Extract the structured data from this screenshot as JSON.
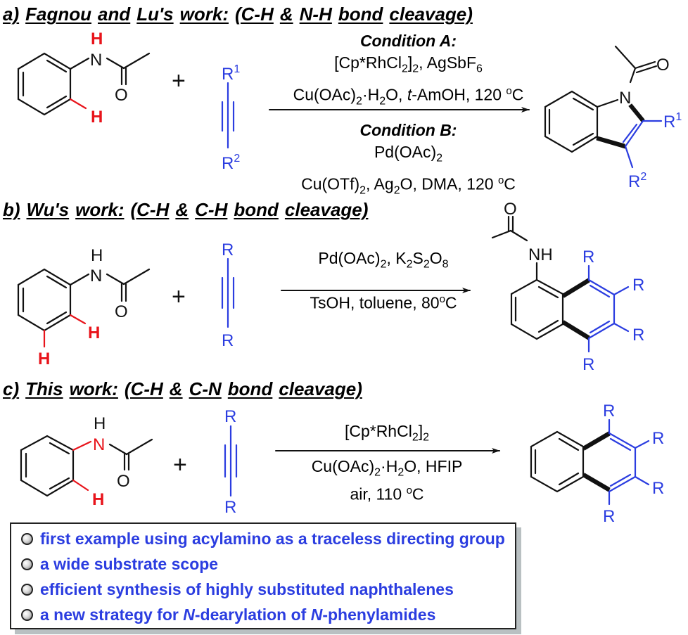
{
  "colors": {
    "bond_black": "#111111",
    "highlight_red": "#e8141b",
    "alkyne_blue": "#2b3de0",
    "summary_text": "#2b3de0",
    "shadow": "#b9c0c2"
  },
  "section_a": {
    "heading_words": [
      "a)",
      "Fagnou",
      "and",
      "Lu's",
      "work:",
      "(C-H",
      "&",
      "N-H",
      "bond",
      "cleavage)"
    ],
    "substrate": {
      "n_label": "N",
      "nh_label": "H",
      "ortho_h_label": "H",
      "o_label": "O"
    },
    "plus": "+",
    "alkyne": {
      "top": "R",
      "top_sup": "1",
      "bottom": "R",
      "bottom_sup": "2"
    },
    "condition_a_title": "Condition A:",
    "condition_a_line1": "[Cp*RhCl2]2, AgSbF6",
    "condition_a_line2": "Cu(OAc)2·H2O, t-AmOH, 120 °C",
    "condition_b_title": "Condition B:",
    "condition_b_line1": "Pd(OAc)2",
    "condition_b_line2": "Cu(OTf)2, Ag2O, DMA, 120 °C",
    "product": {
      "n_label": "N",
      "o_label": "O",
      "r1": "R",
      "r1_sup": "1",
      "r2": "R",
      "r2_sup": "2",
      "name": "N-acetylindole"
    }
  },
  "section_b": {
    "heading_words": [
      "b)",
      "Wu's",
      "work:",
      "(C-H",
      "&",
      "C-H",
      "bond",
      "cleavage)"
    ],
    "substrate": {
      "n_label": "N",
      "nh_label": "H",
      "h1_label": "H",
      "h2_label": "H",
      "o_label": "O"
    },
    "plus": "+",
    "alkyne": {
      "top": "R",
      "bottom": "R"
    },
    "conditions_above": "Pd(OAc)2, K2S2O8",
    "conditions_below": "TsOH, toluene, 80°C",
    "product": {
      "nh_label": "NH",
      "o_label": "O",
      "r_labels": [
        "R",
        "R",
        "R",
        "R"
      ],
      "name": "1-acetamido-5,6,7,8-tetrasubstituted naphthalene"
    }
  },
  "section_c": {
    "heading_words": [
      "c)",
      "This",
      "work:",
      "(C-H",
      "&",
      "C-N",
      "bond",
      "cleavage)"
    ],
    "substrate": {
      "n_label": "N",
      "nh_label": "H",
      "ortho_h_label": "H",
      "o_label": "O"
    },
    "plus": "+",
    "alkyne": {
      "top": "R",
      "bottom": "R"
    },
    "conditions_above": "[Cp*RhCl2]2",
    "conditions_below_1": "Cu(OAc)2·H2O, HFIP",
    "conditions_below_2": "air, 110 °C",
    "product": {
      "r_labels": [
        "R",
        "R",
        "R",
        "R"
      ],
      "name": "1,2,3,4-tetrasubstituted naphthalene"
    }
  },
  "summary": {
    "items": [
      {
        "pre": "first example using acylamino as a traceless directing group",
        "ital1": "",
        "mid": "",
        "ital2": "",
        "post": ""
      },
      {
        "pre": "a wide substrate scope",
        "ital1": "",
        "mid": "",
        "ital2": "",
        "post": ""
      },
      {
        "pre": "efficient synthesis of highly substituted naphthalenes",
        "ital1": "",
        "mid": "",
        "ital2": "",
        "post": ""
      },
      {
        "pre": "a new strategy for ",
        "ital1": "N",
        "mid": "-dearylation of ",
        "ital2": "N",
        "post": "-phenylamides"
      }
    ]
  }
}
